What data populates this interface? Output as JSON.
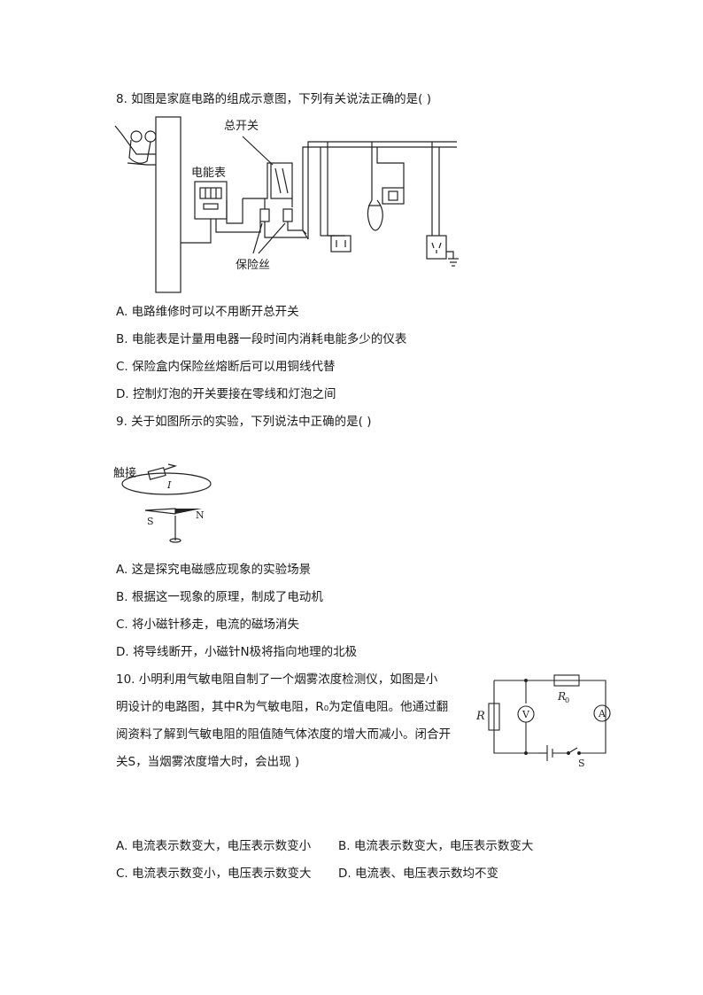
{
  "q8": {
    "stem": "8.   如图是家庭电路的组成示意图，下列有关说法正确的是(    )",
    "figure": {
      "main_switch": "总开关",
      "meter": "电能表",
      "fuse": "保险丝"
    },
    "options": [
      "A.  电路维修时可以不用断开总开关",
      "B.  电能表是计量用电器一段时间内消耗电能多少的仪表",
      "C.  保险盒内保险丝熔断后可以用铜线代替",
      "D.  控制灯泡的开关要接在零线和灯泡之间"
    ]
  },
  "q9": {
    "stem": "9.   关于如图所示的实验，下列说法中正确的是(    )",
    "figure": {
      "touch": "触接",
      "current": "I",
      "south": "S",
      "north": "N"
    },
    "options": [
      "A.  这是探究电磁感应现象的实验场景",
      "B.  根据这一现象的原理，制成了电动机",
      "C.  将小磁针移走，电流的磁场消失",
      "D.  将导线断开，小磁针N极将指向地理的北极"
    ]
  },
  "q10": {
    "stem_lines": [
      "10.   小明利用气敏电阻自制了一个烟雾浓度检测仪，如图是小",
      "明设计的电路图，其中R为气敏电阻，R₀为定值电阻。他通过翻",
      "阅资料了解到气敏电阻的阻值随气体浓度的增大而减小。闭合开",
      "关S，当烟雾浓度增大时，会出现    )"
    ],
    "figure": {
      "r": "R",
      "r0": "R",
      "r0_sub": "0",
      "voltmeter": "V",
      "ammeter": "A",
      "switch": "S"
    },
    "options": [
      "A.  电流表示数变大，电压表示数变小",
      "B.  电流表示数变大，电压表示数变大",
      "C.  电流表示数变小，电压表示数变大",
      "D.  电流表、电压表示数均不变"
    ]
  }
}
